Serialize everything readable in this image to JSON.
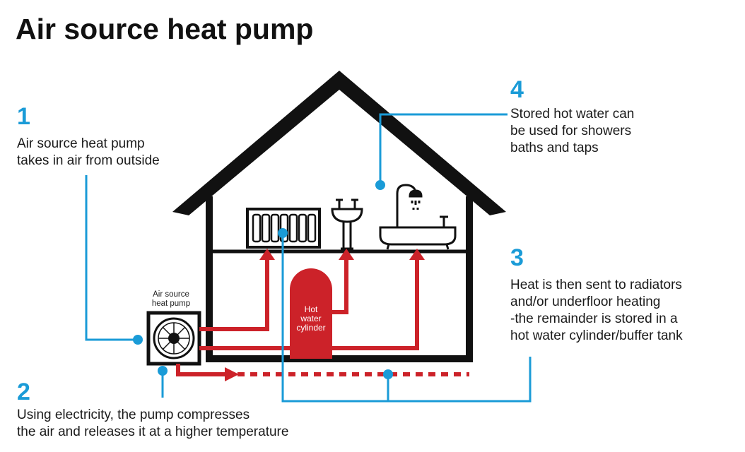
{
  "title": "Air source heat pump",
  "steps": [
    {
      "number": "1",
      "lines": [
        "Air source heat pump",
        "takes in air from outside"
      ]
    },
    {
      "number": "2",
      "lines": [
        "Using electricity, the pump compresses",
        "the air and releases it at a higher temperature"
      ]
    },
    {
      "number": "3",
      "lines": [
        "Heat is then sent to radiators",
        "and/or underfloor heating",
        "-the remainder is stored in a",
        "hot water cylinder/buffer tank"
      ]
    },
    {
      "number": "4",
      "lines": [
        "Stored hot water can",
        "be used for showers",
        "baths and taps"
      ]
    }
  ],
  "pump_label": [
    "Air source",
    "heat pump"
  ],
  "cylinder_label": [
    "Hot",
    "water",
    "cylinder"
  ],
  "colors": {
    "accent_blue": "#1a9bd7",
    "pipe_red": "#cc2229",
    "outline": "#111111"
  }
}
